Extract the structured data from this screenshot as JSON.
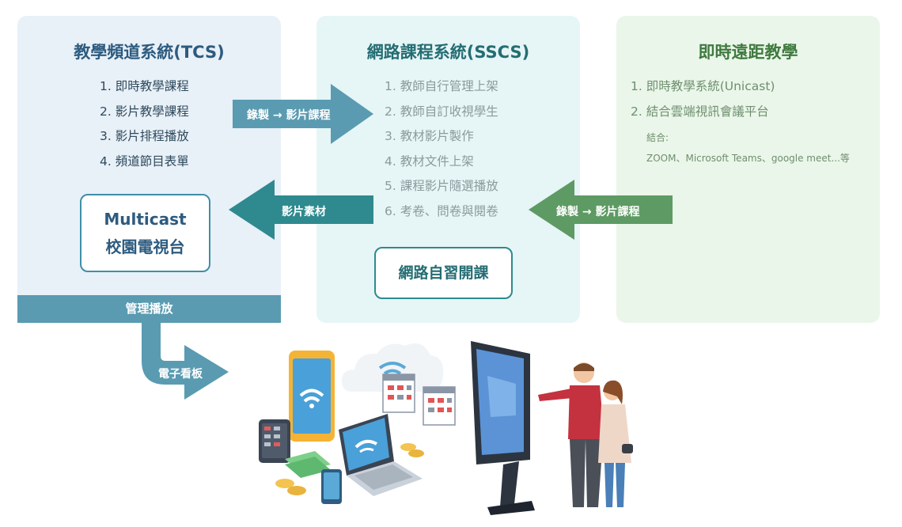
{
  "panels": {
    "tcs": {
      "title": "教學頻道系統(TCS)",
      "items": [
        "1. 即時教學課程",
        "2. 影片教學課程",
        "3. 影片排程播放",
        "4. 頻道節目表單"
      ],
      "box_line1": "Multicast",
      "box_line2": "校園電視台",
      "bottom_bar": "管理播放"
    },
    "sscs": {
      "title": "網路課程系統(SSCS)",
      "items": [
        "1. 教師自行管理上架",
        "2. 教師自訂收視學生",
        "3. 教材影片製作",
        "4. 教材文件上架",
        "5. 課程影片隨選播放",
        "6. 考卷、問卷與閱卷"
      ],
      "box": "網路自習開課"
    },
    "live": {
      "title": "即時遠距教學",
      "items": [
        "1. 即時教學系統(Unicast)",
        "2. 結合雲端視訊會議平台"
      ],
      "note_label": "結合:",
      "note_text": "ZOOM、Microsoft Teams、google meet...等"
    }
  },
  "arrows": {
    "tcs_to_sscs": "錄製 → 影片課程",
    "sscs_to_tcs": "影片素材",
    "live_to_sscs": "錄製 → 影片課程",
    "to_signage": "電子看板"
  },
  "colors": {
    "tcs_bg": "#e8f0f8",
    "sscs_bg": "#e6f5f6",
    "live_bg": "#eaf6ea",
    "arrow_blue": "#5a9bb1",
    "arrow_teal": "#2e8a8e",
    "arrow_green": "#5e9a63"
  }
}
